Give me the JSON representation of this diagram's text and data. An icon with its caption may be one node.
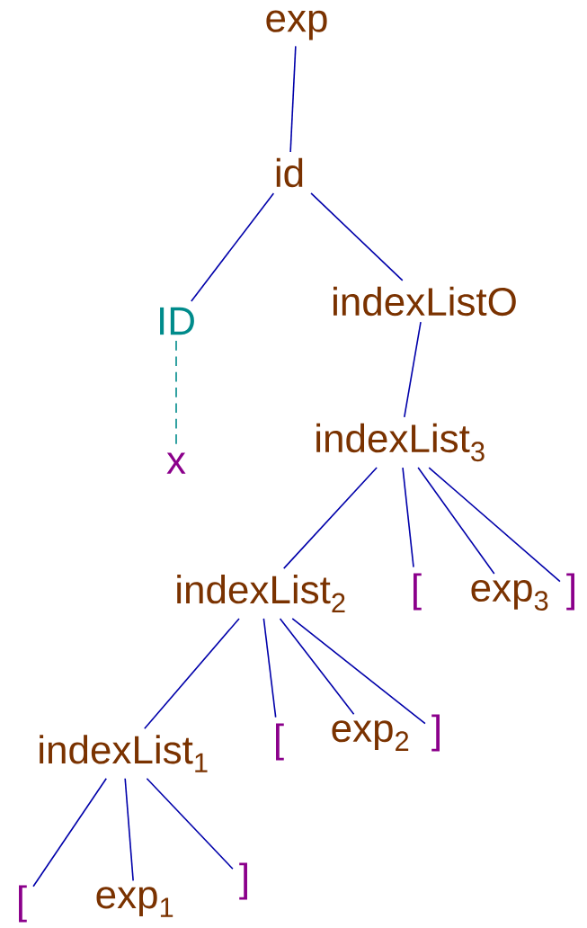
{
  "diagram": {
    "nodes": [
      {
        "text": [
          "exp"
        ]
      },
      {
        "text": [
          "id"
        ]
      },
      {
        "text": [
          "ID"
        ]
      },
      {
        "text": [
          "x"
        ]
      },
      {
        "text": [
          "indexListO"
        ]
      },
      {
        "text": [
          "indexList$_{3}$"
        ]
      },
      {
        "text": [
          "indexList$_{2}$"
        ]
      },
      {
        "text": [
          "["
        ]
      },
      {
        "text": [
          "exp$_{3}$"
        ]
      },
      {
        "text": [
          "]"
        ]
      },
      {
        "text": [
          "indexList$_{1}$"
        ]
      },
      {
        "text": [
          "["
        ]
      },
      {
        "text": [
          "exp$_{2}$"
        ]
      },
      {
        "text": [
          "]"
        ]
      },
      {
        "text": [
          "["
        ]
      },
      {
        "text": [
          "exp$_{1}$"
        ]
      },
      {
        "text": [
          "]"
        ]
      }
    ],
    "edges": [
      {
        "from": 0,
        "to": 1,
        "arrow": "none"
      },
      {
        "from": 1,
        "to": 2,
        "arrow": "none"
      },
      {
        "from": 1,
        "to": 4,
        "arrow": "none"
      },
      {
        "from": 2,
        "to": 3,
        "arrow": "none",
        "style": "dashed",
        "color": "#008b8b"
      },
      {
        "from": 4,
        "to": 5,
        "arrow": "none"
      },
      {
        "from": 5,
        "to": 6,
        "arrow": "none"
      },
      {
        "from": 5,
        "to": 7,
        "arrow": "none"
      },
      {
        "from": 5,
        "to": 8,
        "arrow": "none"
      },
      {
        "from": 5,
        "to": 9,
        "arrow": "none"
      },
      {
        "from": 6,
        "to": 10,
        "arrow": "none"
      },
      {
        "from": 6,
        "to": 11,
        "arrow": "none"
      },
      {
        "from": 6,
        "to": 12,
        "arrow": "none"
      },
      {
        "from": 6,
        "to": 13,
        "arrow": "none"
      },
      {
        "from": 10,
        "to": 14,
        "arrow": "none"
      },
      {
        "from": 10,
        "to": 15,
        "arrow": "none"
      },
      {
        "from": 10,
        "to": 16,
        "arrow": "none"
      }
    ]
  }
}
